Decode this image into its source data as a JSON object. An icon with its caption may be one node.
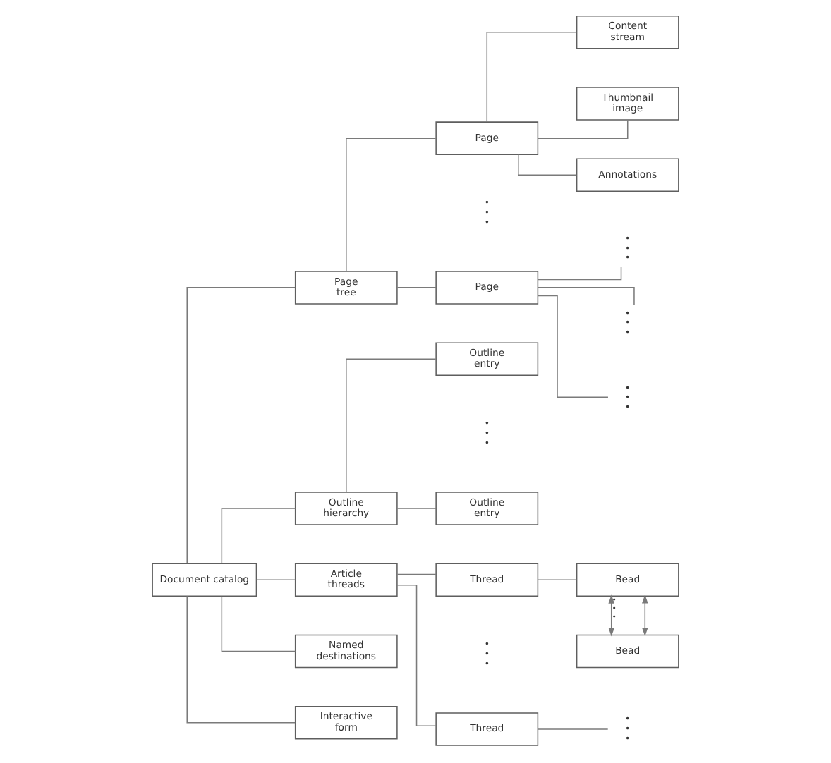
{
  "diagram": {
    "nodes": [
      {
        "text": [
          "Document catalog"
        ]
      },
      {
        "text": [
          "Page tree"
        ]
      },
      {
        "text": [
          "Page"
        ]
      },
      {
        "text": [
          "Content stream"
        ]
      },
      {
        "text": [
          "Thumbnail image"
        ]
      },
      {
        "text": [
          "Annotations"
        ]
      },
      {
        "text": [
          "Page"
        ]
      },
      {
        "text": [
          "• • •"
        ]
      },
      {
        "text": [
          "• • •"
        ]
      },
      {
        "text": [
          "• • •"
        ]
      },
      {
        "text": [
          "Outline hierarchy"
        ]
      },
      {
        "text": [
          "Outline entry"
        ]
      },
      {
        "text": [
          "Outline entry"
        ]
      },
      {
        "text": [
          "Article threads"
        ]
      },
      {
        "text": [
          "Thread"
        ]
      },
      {
        "text": [
          "Bead"
        ]
      },
      {
        "text": [
          "Bead"
        ]
      },
      {
        "text": [
          "Thread"
        ]
      },
      {
        "text": [
          "• • •"
        ]
      },
      {
        "text": [
          "Named destinations"
        ]
      },
      {
        "text": [
          "Interactive form"
        ]
      }
    ],
    "edges": [
      {
        "from": 0,
        "to": 1,
        "arrow": "none"
      },
      {
        "from": 0,
        "to": 10,
        "arrow": "none"
      },
      {
        "from": 0,
        "to": 13,
        "arrow": "none"
      },
      {
        "from": 0,
        "to": 19,
        "arrow": "none"
      },
      {
        "from": 0,
        "to": 20,
        "arrow": "none"
      },
      {
        "from": 1,
        "to": 2,
        "arrow": "none"
      },
      {
        "from": 1,
        "to": 6,
        "arrow": "none"
      },
      {
        "from": 2,
        "to": 3,
        "arrow": "none"
      },
      {
        "from": 2,
        "to": 4,
        "arrow": "none"
      },
      {
        "from": 2,
        "to": 5,
        "arrow": "none"
      },
      {
        "from": 6,
        "to": 7,
        "arrow": "none"
      },
      {
        "from": 6,
        "to": 8,
        "arrow": "none"
      },
      {
        "from": 6,
        "to": 9,
        "arrow": "none"
      },
      {
        "from": 10,
        "to": 11,
        "arrow": "none"
      },
      {
        "from": 10,
        "to": 12,
        "arrow": "none"
      },
      {
        "from": 13,
        "to": 14,
        "arrow": "none"
      },
      {
        "from": 13,
        "to": 17,
        "arrow": "none"
      },
      {
        "from": 14,
        "to": 15,
        "arrow": "none"
      },
      {
        "from": 15,
        "to": 16,
        "arrow": "both",
        "label": "• • •"
      },
      {
        "from": 16,
        "to": 15,
        "arrow": "both"
      },
      {
        "from": 17,
        "to": 18,
        "arrow": "none"
      }
    ],
    "labels": [
      "• • •",
      "• • •",
      "• • •"
    ]
  }
}
